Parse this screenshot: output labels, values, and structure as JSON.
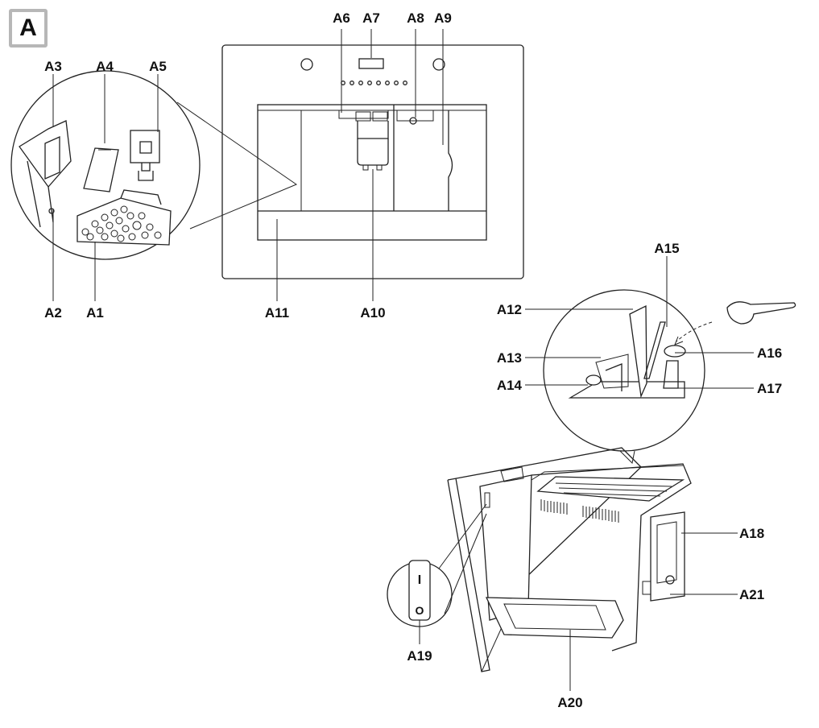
{
  "section_label": "A",
  "callouts": {
    "a1": "A1",
    "a2": "A2",
    "a3": "A3",
    "a4": "A4",
    "a5": "A5",
    "a6": "A6",
    "a7": "A7",
    "a8": "A8",
    "a9": "A9",
    "a10": "A10",
    "a11": "A11",
    "a12": "A12",
    "a13": "A13",
    "a14": "A14",
    "a15": "A15",
    "a16": "A16",
    "a17": "A17",
    "a18": "A18",
    "a19": "A19",
    "a20": "A20",
    "a21": "A21"
  },
  "switch_marks": {
    "on": "I",
    "off": "O"
  }
}
